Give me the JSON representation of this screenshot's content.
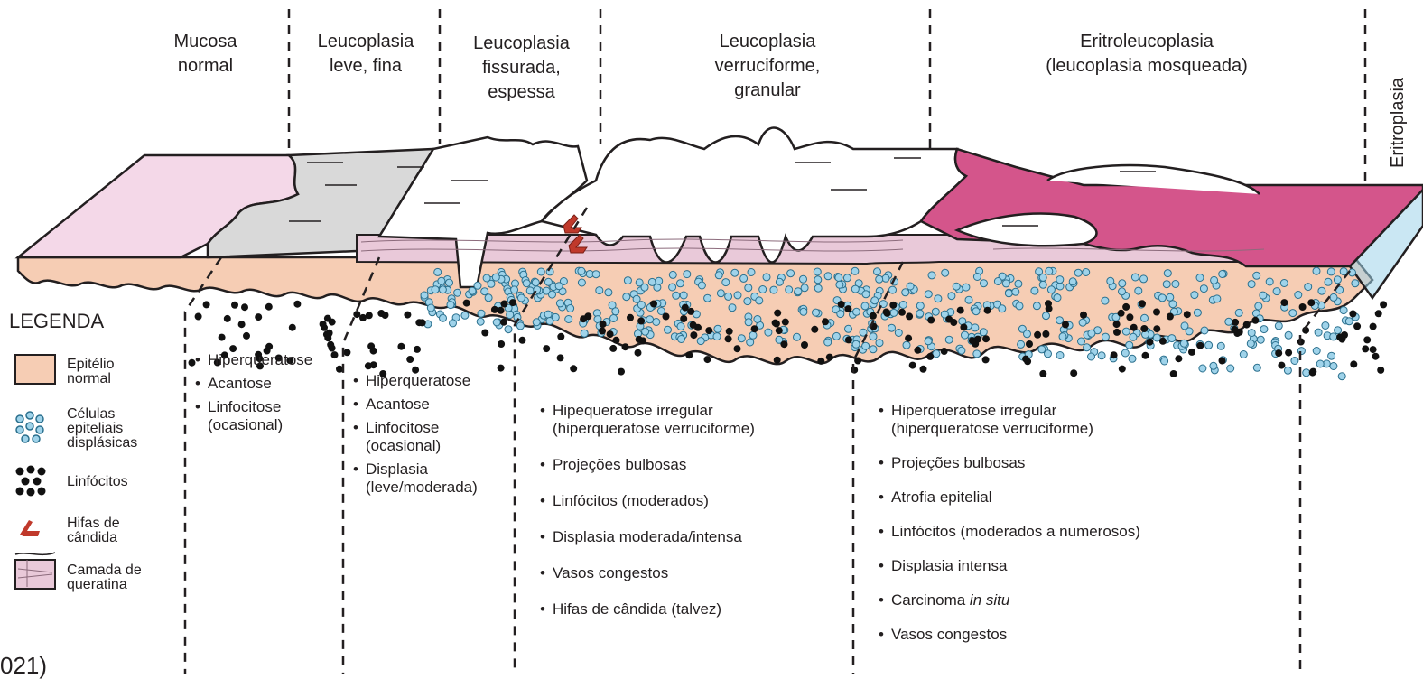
{
  "headers": {
    "mucosa": "Mucosa\nnormal",
    "leve": "Leucoplasia\nleve, fina",
    "fissurada": "Leucoplasia\nfissurada,\nespessa",
    "verruciforme": "Leucoplasia\nverruciforme,\ngranular",
    "eritroleuco": "Eritroleucoplasia\n(leucoplasia mosqueada)",
    "eritroplasia": "Eritroplasia"
  },
  "legend": {
    "title": "LEGENDA",
    "items": [
      {
        "label": "Epitélio\nnormal",
        "icon": "normal-epithelium-swatch"
      },
      {
        "label": "Células\nepiteliais\ndisplásicas",
        "icon": "dysplastic-cells-icon"
      },
      {
        "label": "Linfócitos",
        "icon": "lymphocytes-icon"
      },
      {
        "label": "Hifas de\ncândida",
        "icon": "candida-hyphae-icon"
      },
      {
        "label": "Camada de\nqueratina",
        "icon": "keratin-layer-swatch"
      }
    ]
  },
  "columns": {
    "a": [
      "Hiperqueratose",
      "Acantose",
      "Linfocitose\n(ocasional)"
    ],
    "b": [
      "Hiperqueratose",
      "Acantose",
      "Linfocitose\n(ocasional)",
      "Displasia\n(leve/moderada)"
    ],
    "c": [
      "Hipequeratose irregular\n(hiperqueratose verruciforme)",
      "Projeções bulbosas",
      "Linfócitos (moderados)",
      "Displasia moderada/intensa",
      "Vasos congestos",
      "Hifas de cândida (talvez)"
    ],
    "d_before": [
      "Hiperqueratose irregular\n(hiperqueratose verruciforme)",
      "Projeções bulbosas",
      "Atrofia epitelial",
      "Linfócitos (moderados a numerosos)",
      "Displasia intensa"
    ],
    "d_carcinoma": {
      "text": "Carcinoma ",
      "italic": "in situ"
    },
    "d_after": [
      "Vasos congestos"
    ]
  },
  "fragment": "021)",
  "colors": {
    "epithelium": "#f6cdb4",
    "keratin": "#e9c9d9",
    "normal_mucosa": "#f4d8e8",
    "thin_leuko": "#d9d9d9",
    "erythro": "#d4558b",
    "dysplastic_cell": "#9fd3ea",
    "lymphocyte": "#111111",
    "candida": "#c0392b"
  }
}
